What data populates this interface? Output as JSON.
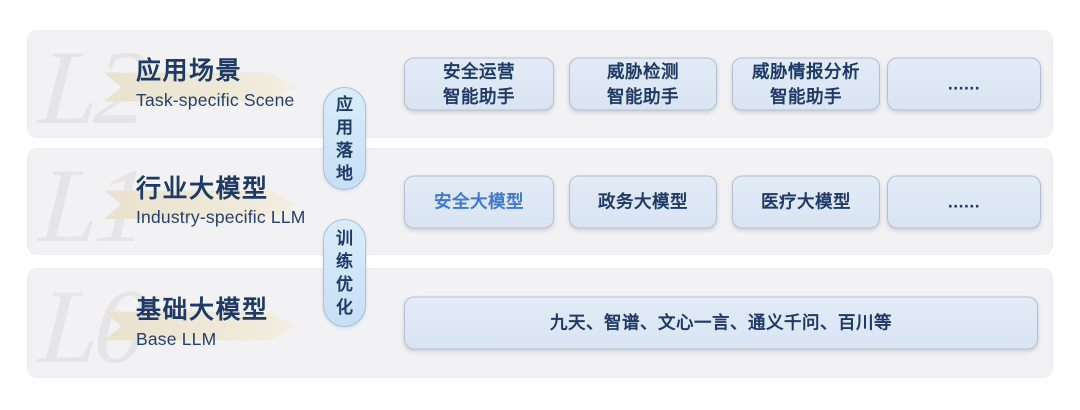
{
  "colors": {
    "navy_text": "#1f3a66",
    "highlight_blue": "#3f79cd",
    "panel_bg": "#f2f2f4",
    "box_bg": "#dde8f6",
    "box_border": "#b7bfce",
    "pill_bg": "#cfe5f8",
    "pill_border": "#a3c2dd",
    "watermark_gray": "#e5e5e8",
    "banner_beige": "#eae2cd"
  },
  "layers": [
    {
      "watermark": "L2",
      "title": "应用场景",
      "subtitle": "Task-specific Scene",
      "boxes": [
        {
          "label": "安全运营\n智能助手"
        },
        {
          "label": "威胁检测\n智能助手"
        },
        {
          "label": "威胁情报分析\n智能助手"
        },
        {
          "label": "......"
        }
      ]
    },
    {
      "watermark": "L1",
      "title": "行业大模型",
      "subtitle": "Industry-specific LLM",
      "boxes": [
        {
          "label": "安全大模型",
          "highlight": true
        },
        {
          "label": "政务大模型"
        },
        {
          "label": "医疗大模型"
        },
        {
          "label": "......"
        }
      ]
    },
    {
      "watermark": "L0",
      "title": "基础大模型",
      "subtitle": "Base LLM",
      "boxes": [
        {
          "label": "九天、智谱、文心一言、通义千问、百川等"
        }
      ]
    }
  ],
  "connectors": [
    {
      "label": "应用落地"
    },
    {
      "label": "训练优化"
    }
  ]
}
